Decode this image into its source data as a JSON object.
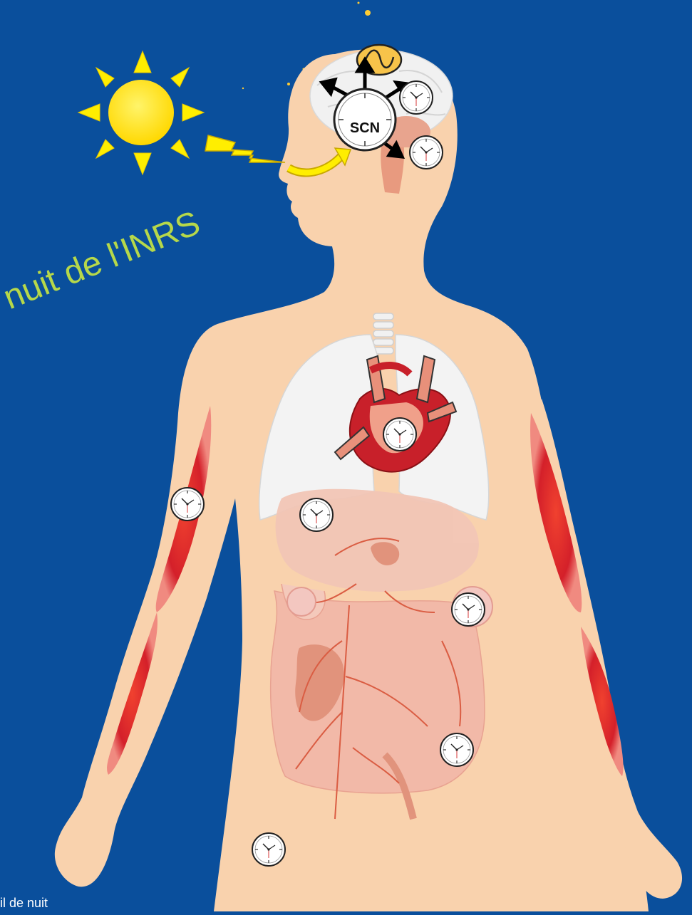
{
  "diagram": {
    "watermark_text": "e nuit de l'INRS",
    "corner_text": "il de nuit",
    "master_clock_label": "SCN"
  },
  "colors": {
    "background": "#0a4f9c",
    "skin": "#f9d2ad",
    "sun": "#ffee00",
    "muscle": "#d8232a",
    "heart": "#c8202a",
    "lungs": "#f3f3f3",
    "organs": "#f2b8a8",
    "vessels": "#d9573e",
    "watermark": "#b6d84a"
  },
  "icons": [
    "sun-icon",
    "light-signal-icon",
    "clock-icon",
    "arrow-icon"
  ]
}
